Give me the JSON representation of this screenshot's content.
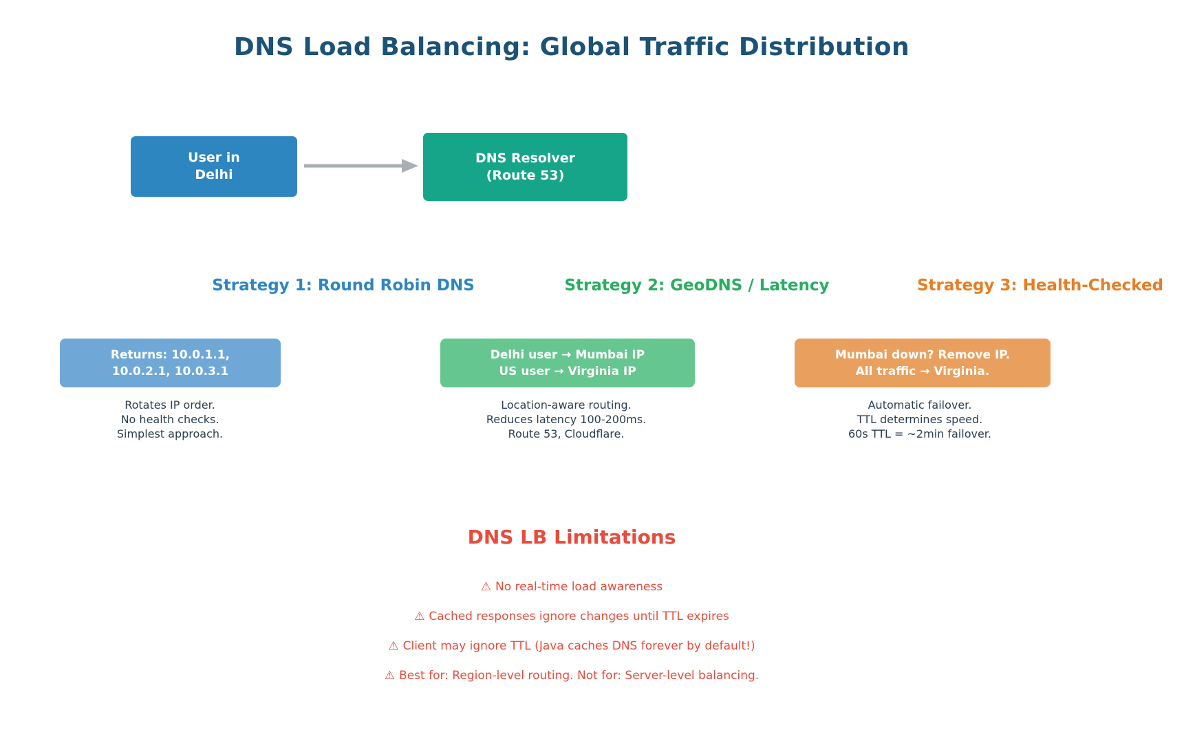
{
  "title": {
    "text": "DNS Load Balancing: Global Traffic Distribution",
    "color": "#1B5276"
  },
  "flow": {
    "user_box": {
      "line1": "User in",
      "line2": "Delhi",
      "color": "#2E86C1"
    },
    "resolver_box": {
      "line1": "DNS Resolver",
      "line2": "(Route 53)",
      "color": "#17A589"
    },
    "arrow_color": "#A9AFB2"
  },
  "strategies": [
    {
      "heading": "Strategy 1: Round Robin DNS",
      "heading_color": "#2E86C1",
      "box_color": "#6FA8D6",
      "box_line1": "Returns: 10.0.1.1,",
      "box_line2": "10.0.2.1, 10.0.3.1",
      "notes": [
        "Rotates IP order.",
        "No health checks.",
        "Simplest approach."
      ]
    },
    {
      "heading": "Strategy 2: GeoDNS / Latency",
      "heading_color": "#27AE60",
      "box_color": "#66C68F",
      "box_line1": "Delhi user → Mumbai IP",
      "box_line2": "US user → Virginia IP",
      "notes": [
        "Location-aware routing.",
        "Reduces latency 100-200ms.",
        "Route 53, Cloudflare."
      ]
    },
    {
      "heading": "Strategy 3: Health-Checked",
      "heading_color": "#E67E22",
      "box_color": "#E9A05F",
      "box_line1": "Mumbai down? Remove IP.",
      "box_line2": "All traffic → Virginia.",
      "notes": [
        "Automatic failover.",
        "TTL determines speed.",
        "60s TTL = ~2min failover."
      ]
    }
  ],
  "limitations": {
    "heading": "DNS LB Limitations",
    "color": "#E74C3C",
    "warning_icon": "⚠",
    "items": [
      "No real-time load awareness",
      "Cached responses ignore changes until TTL expires",
      "Client may ignore TTL (Java caches DNS forever by default!)",
      "Best for: Region-level routing. Not for: Server-level balancing."
    ]
  }
}
